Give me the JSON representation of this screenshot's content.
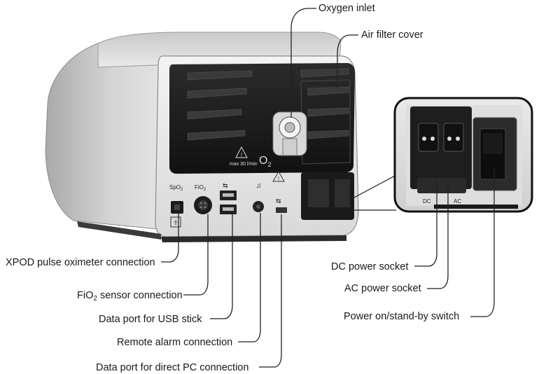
{
  "labels": {
    "oxygen_inlet": "Oxygen inlet",
    "air_filter_cover": "Air filter cover",
    "xpod": "XPOD pulse oximeter connection",
    "fio2_prefix": "FiO",
    "fio2_sub": "2",
    "fio2_suffix": " sensor connection",
    "usb_stick": "Data port for USB stick",
    "remote_alarm": "Remote alarm connection",
    "pc_port": "Data port for direct PC connection",
    "dc_socket": "DC power socket",
    "ac_socket": "AC power socket",
    "power_switch": "Power on/stand-by switch"
  },
  "panel_text": {
    "spo2": "SpO",
    "spo2_sub": "2",
    "fio2": "FiO",
    "fio2_sub": "2",
    "o2": "O",
    "o2_sub": "2",
    "max_flow": "max 30 l/min",
    "dc": "DC",
    "ac": "AC"
  }
}
